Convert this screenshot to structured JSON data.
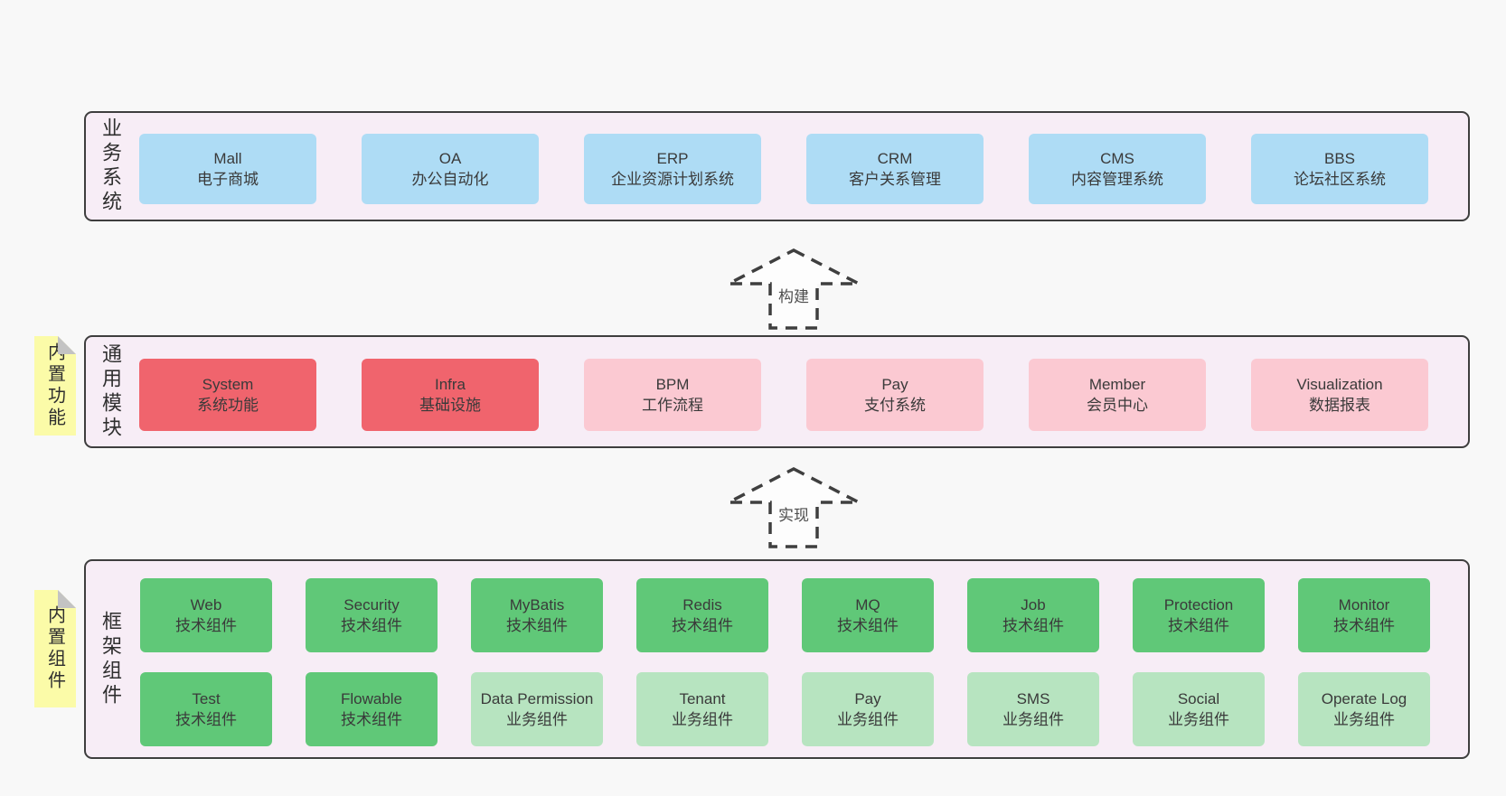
{
  "colors": {
    "page": "#f8f8f8",
    "panel": "#f7edf6",
    "border": "#3e3e3e",
    "text": "#3a3a3a",
    "blue": "#aedcf5",
    "red": "#f0646d",
    "pink": "#fbc9d2",
    "green": "#60c878",
    "lightgreen": "#b7e4c0",
    "sticky": "#fbfba8",
    "fold": "#c3c3c3",
    "arrow": "#3f3f3f"
  },
  "layers": [
    {
      "side_label": "业务系统",
      "boxes": [
        {
          "en": "Mall",
          "zh": "电子商城"
        },
        {
          "en": "OA",
          "zh": "办公自动化"
        },
        {
          "en": "ERP",
          "zh": "企业资源计划系统"
        },
        {
          "en": "CRM",
          "zh": "客户关系管理"
        },
        {
          "en": "CMS",
          "zh": "内容管理系统"
        },
        {
          "en": "BBS",
          "zh": "论坛社区系统"
        }
      ]
    },
    {
      "sticky": "内置功能",
      "side_label": "通用模块",
      "boxes": [
        {
          "en": "System",
          "zh": "系统功能"
        },
        {
          "en": "Infra",
          "zh": "基础设施"
        },
        {
          "en": "BPM",
          "zh": "工作流程"
        },
        {
          "en": "Pay",
          "zh": "支付系统"
        },
        {
          "en": "Member",
          "zh": "会员中心"
        },
        {
          "en": "Visualization",
          "zh": "数据报表"
        }
      ]
    },
    {
      "sticky": "内置组件",
      "side_label": "框架组件",
      "rows": [
        [
          {
            "en": "Web",
            "zh": "技术组件"
          },
          {
            "en": "Security",
            "zh": "技术组件"
          },
          {
            "en": "MyBatis",
            "zh": "技术组件"
          },
          {
            "en": "Redis",
            "zh": "技术组件"
          },
          {
            "en": "MQ",
            "zh": "技术组件"
          },
          {
            "en": "Job",
            "zh": "技术组件"
          },
          {
            "en": "Protection",
            "zh": "技术组件"
          },
          {
            "en": "Monitor",
            "zh": "技术组件"
          }
        ],
        [
          {
            "en": "Test",
            "zh": "技术组件"
          },
          {
            "en": "Flowable",
            "zh": "技术组件"
          },
          {
            "en": "Data Permission",
            "zh": "业务组件"
          },
          {
            "en": "Tenant",
            "zh": "业务组件"
          },
          {
            "en": "Pay",
            "zh": "业务组件"
          },
          {
            "en": "SMS",
            "zh": "业务组件"
          },
          {
            "en": "Social",
            "zh": "业务组件"
          },
          {
            "en": "Operate Log",
            "zh": "业务组件"
          }
        ]
      ]
    }
  ],
  "arrows": [
    {
      "label": "构建"
    },
    {
      "label": "实现"
    }
  ]
}
